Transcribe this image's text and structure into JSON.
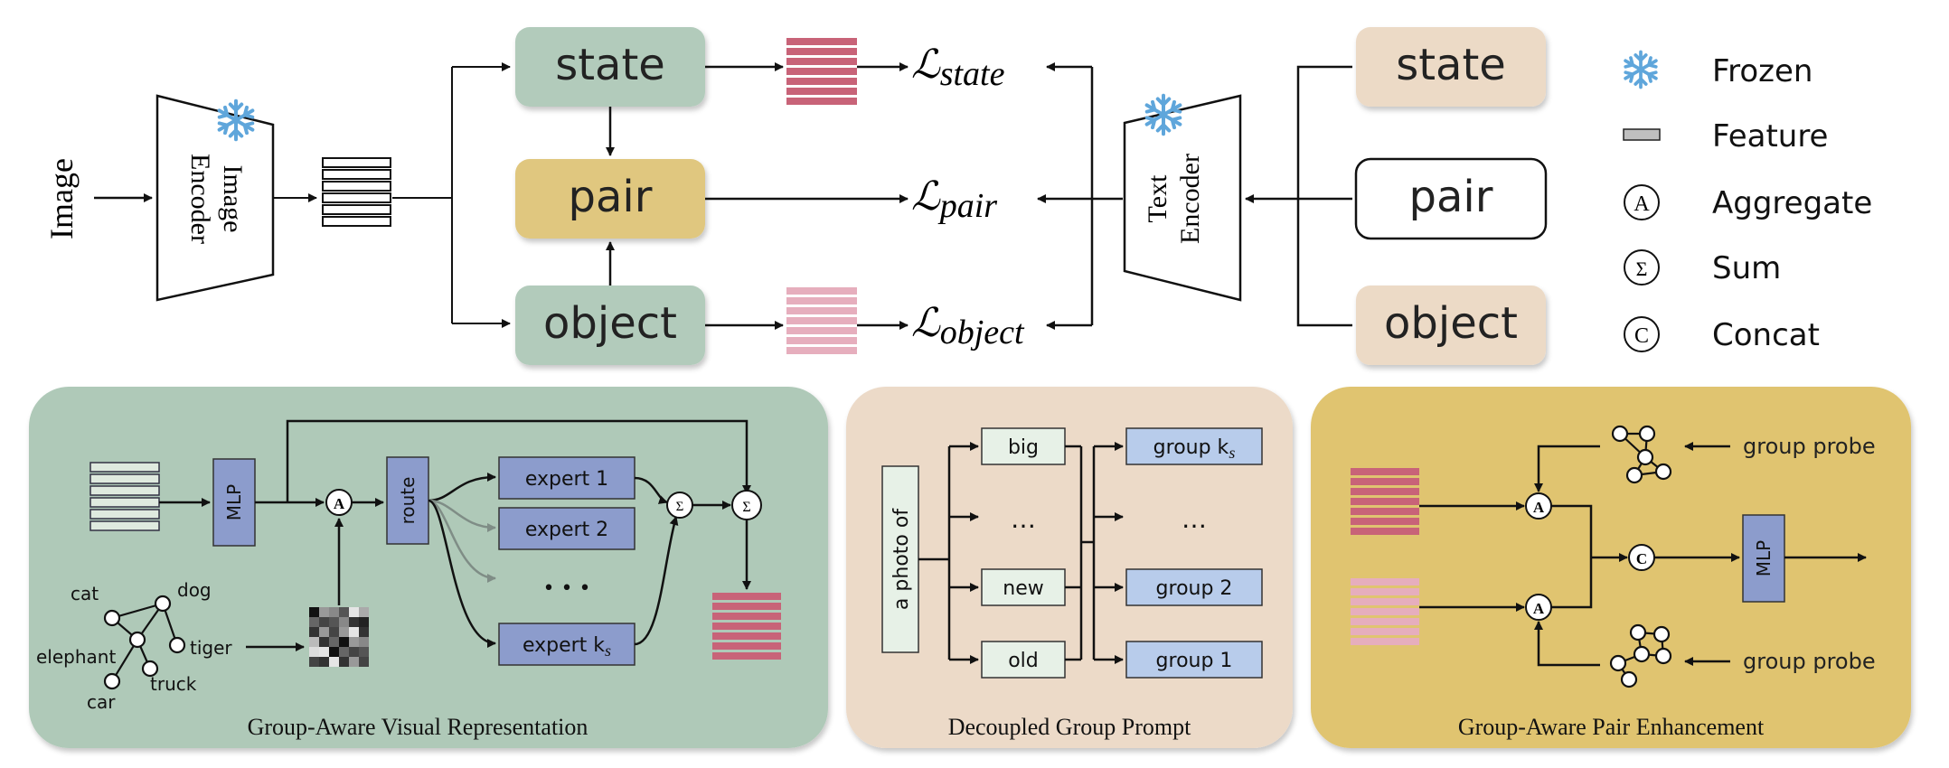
{
  "colors": {
    "green_box": "#b2cbbb",
    "pair_box": "#e0c77f",
    "beige_box": "#ecdac6",
    "panel_green": "#afc9b8",
    "panel_beige": "#ecdac8",
    "panel_gold": "#e0c46f",
    "expert": "#8c9ccc",
    "group_box": "#b8cceb",
    "red_feature": "#c86378",
    "pink_feature": "#e6aebd",
    "snowflake": "#5fa6db"
  },
  "top": {
    "image_label": "Image",
    "image_encoder": [
      "Image",
      "Encoder"
    ],
    "text_encoder": [
      "Text",
      "Encoder"
    ],
    "left_branches": [
      "state",
      "pair",
      "object"
    ],
    "right_prompts": [
      "state",
      "pair",
      "object"
    ],
    "losses": [
      {
        "base": "ℒ",
        "sub": "state"
      },
      {
        "base": "ℒ",
        "sub": "pair"
      },
      {
        "base": "ℒ",
        "sub": "object"
      }
    ]
  },
  "legend": [
    {
      "icon": "snowflake-icon",
      "label": "Frozen"
    },
    {
      "icon": "feature-icon",
      "label": "Feature"
    },
    {
      "icon": "aggregate-icon",
      "symbol": "A",
      "label": "Aggregate"
    },
    {
      "icon": "sum-icon",
      "symbol": "Σ",
      "label": "Sum"
    },
    {
      "icon": "concat-icon",
      "symbol": "C",
      "label": "Concat"
    }
  ],
  "panel_visual": {
    "title": "Group-Aware Visual Representation",
    "mlp": "MLP",
    "route": "route",
    "aggregate": "A",
    "sum": "Σ",
    "experts": [
      "expert 1",
      "expert 2",
      "expert k"
    ],
    "expert_sub": "s",
    "dots": "• • •",
    "graph_nodes": [
      "cat",
      "dog",
      "tiger",
      "elephant",
      "truck",
      "car"
    ]
  },
  "panel_prompt": {
    "title": "Decoupled Group Prompt",
    "prefix": "a photo of",
    "words": [
      "big",
      "…",
      "new",
      "old"
    ],
    "groups": [
      "group k",
      "…",
      "group 2",
      "group 1"
    ],
    "group_sub": "s"
  },
  "panel_pair": {
    "title": "Group-Aware Pair Enhancement",
    "probes": [
      "group probe",
      "group probe"
    ],
    "aggregate": "A",
    "concat": "C",
    "mlp": "MLP"
  }
}
